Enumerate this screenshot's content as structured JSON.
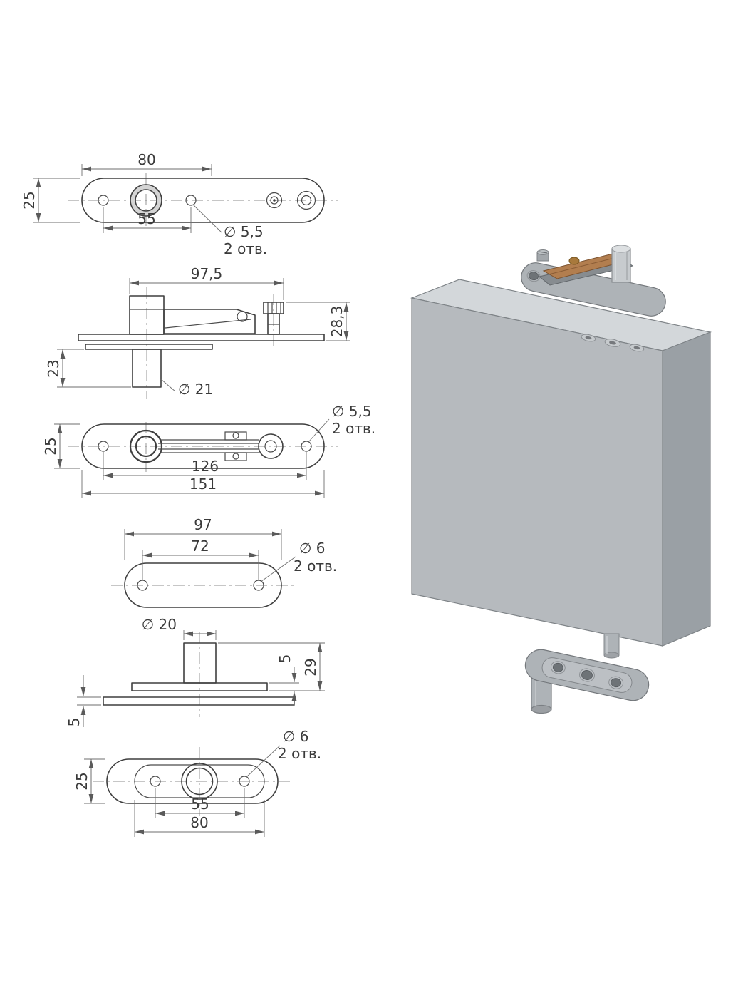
{
  "document": {
    "type": "technical-drawing",
    "subject": "pivot-door-hinge-set",
    "language": "ru"
  },
  "colors": {
    "door_top": "#d3d7da",
    "door_front": "#b6babe",
    "door_side": "#9aa0a5",
    "hinge_metal": "#aeb3b7",
    "boss_metal": "#bcc0c4",
    "copper": "#b27e4f",
    "pin_metal": "#c7cbce",
    "line": "#3f3f3f",
    "dim_line": "#6e6e6e"
  },
  "views": {
    "v1": {
      "id": "top-plate-plan",
      "dims": {
        "length": "80",
        "height": "25",
        "holeSpacing": "55",
        "holeDia": "∅ 5,5",
        "holeCount": "2 отв."
      }
    },
    "v2": {
      "id": "top-hinge-side",
      "dims": {
        "length": "97,5",
        "height": "28,3",
        "pinLength": "23",
        "pinDia": "∅ 21"
      }
    },
    "v3": {
      "id": "top-hinge-plan",
      "dims": {
        "height": "25",
        "holeDia": "∅ 5,5",
        "holeCount": "2 отв.",
        "holeSpacing": "126",
        "length": "151"
      }
    },
    "v4": {
      "id": "mount-plate-plan",
      "dims": {
        "length": "97",
        "holeSpacing": "72",
        "holeDia": "∅ 6",
        "holeCount": "2 отв."
      }
    },
    "v5": {
      "id": "bottom-pivot-side",
      "dims": {
        "pinDia": "∅ 20",
        "flangeThickness": "5",
        "height": "29",
        "plateThickness": "5"
      }
    },
    "v6": {
      "id": "bottom-plate-plan",
      "dims": {
        "holeDia": "∅ 6",
        "holeCount": "2 отв.",
        "height": "25",
        "holeSpacing": "55",
        "length": "80"
      }
    }
  }
}
